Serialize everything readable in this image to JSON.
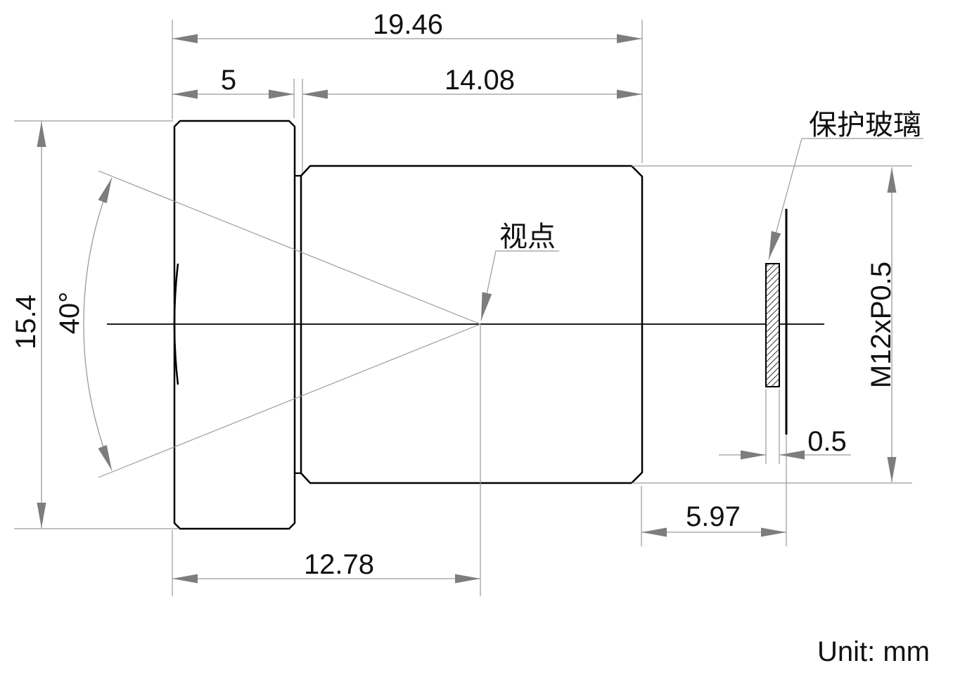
{
  "drawing": {
    "unit_note": "Unit: mm",
    "labels": {
      "viewpoint": "视点",
      "protective_glass": "保护玻璃",
      "thread_spec": "M12xP0.5"
    },
    "dimensions": {
      "total_length": "19.46",
      "front_barrel_length": "5",
      "body_length": "14.08",
      "front_diameter": "15.4",
      "field_of_view": "40°",
      "glass_thickness": "0.5",
      "back_distance": "5.97",
      "front_to_viewpoint": "12.78"
    },
    "colors": {
      "outline": "#000000",
      "dimension_line": "#9a9a9a",
      "arrowhead": "#7d7d7d",
      "text": "#111111",
      "background": "#ffffff"
    }
  }
}
